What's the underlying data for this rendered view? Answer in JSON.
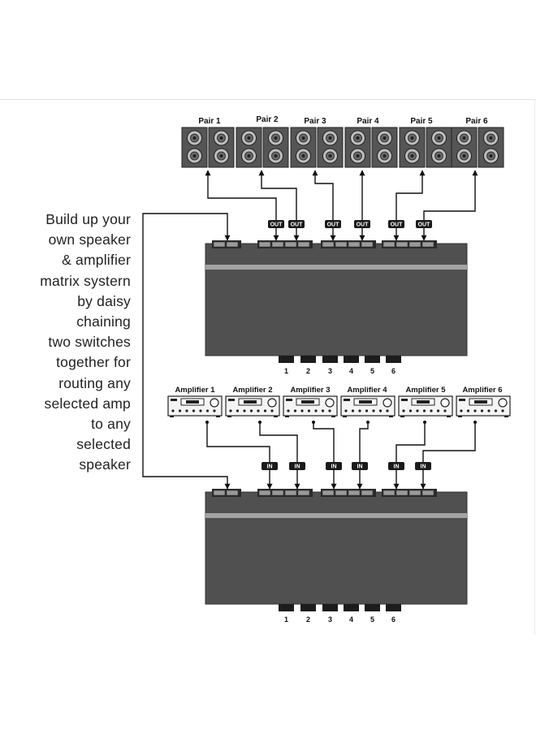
{
  "description": {
    "lines": [
      "Build up your",
      "own speaker",
      "& amplifier",
      "matrix systern",
      "by daisy",
      "chaining",
      "two switches",
      "together for",
      "routing any",
      "selected amp",
      "to any",
      "selected",
      "speaker"
    ]
  },
  "speakers": [
    {
      "label": "Pair 1"
    },
    {
      "label": "Pair 2"
    },
    {
      "label": "Pair 3"
    },
    {
      "label": "Pair 4"
    },
    {
      "label": "Pair 5"
    },
    {
      "label": "Pair 6"
    }
  ],
  "amplifiers": [
    {
      "label": "Amplifier 1"
    },
    {
      "label": "Amplifier 2"
    },
    {
      "label": "Amplifier 3"
    },
    {
      "label": "Amplifier 4"
    },
    {
      "label": "Amplifier 5"
    },
    {
      "label": "Amplifier 6"
    }
  ],
  "out_tag": "OUT",
  "in_tag": "IN",
  "button_numbers": [
    "1",
    "2",
    "3",
    "4",
    "5",
    "6"
  ],
  "colors": {
    "switch_body": "#505050",
    "switch_stripe": "#a3a3a3",
    "speaker_cabinet": "#555555",
    "cable": "#111111",
    "tag_bg": "#1a1a1a"
  }
}
